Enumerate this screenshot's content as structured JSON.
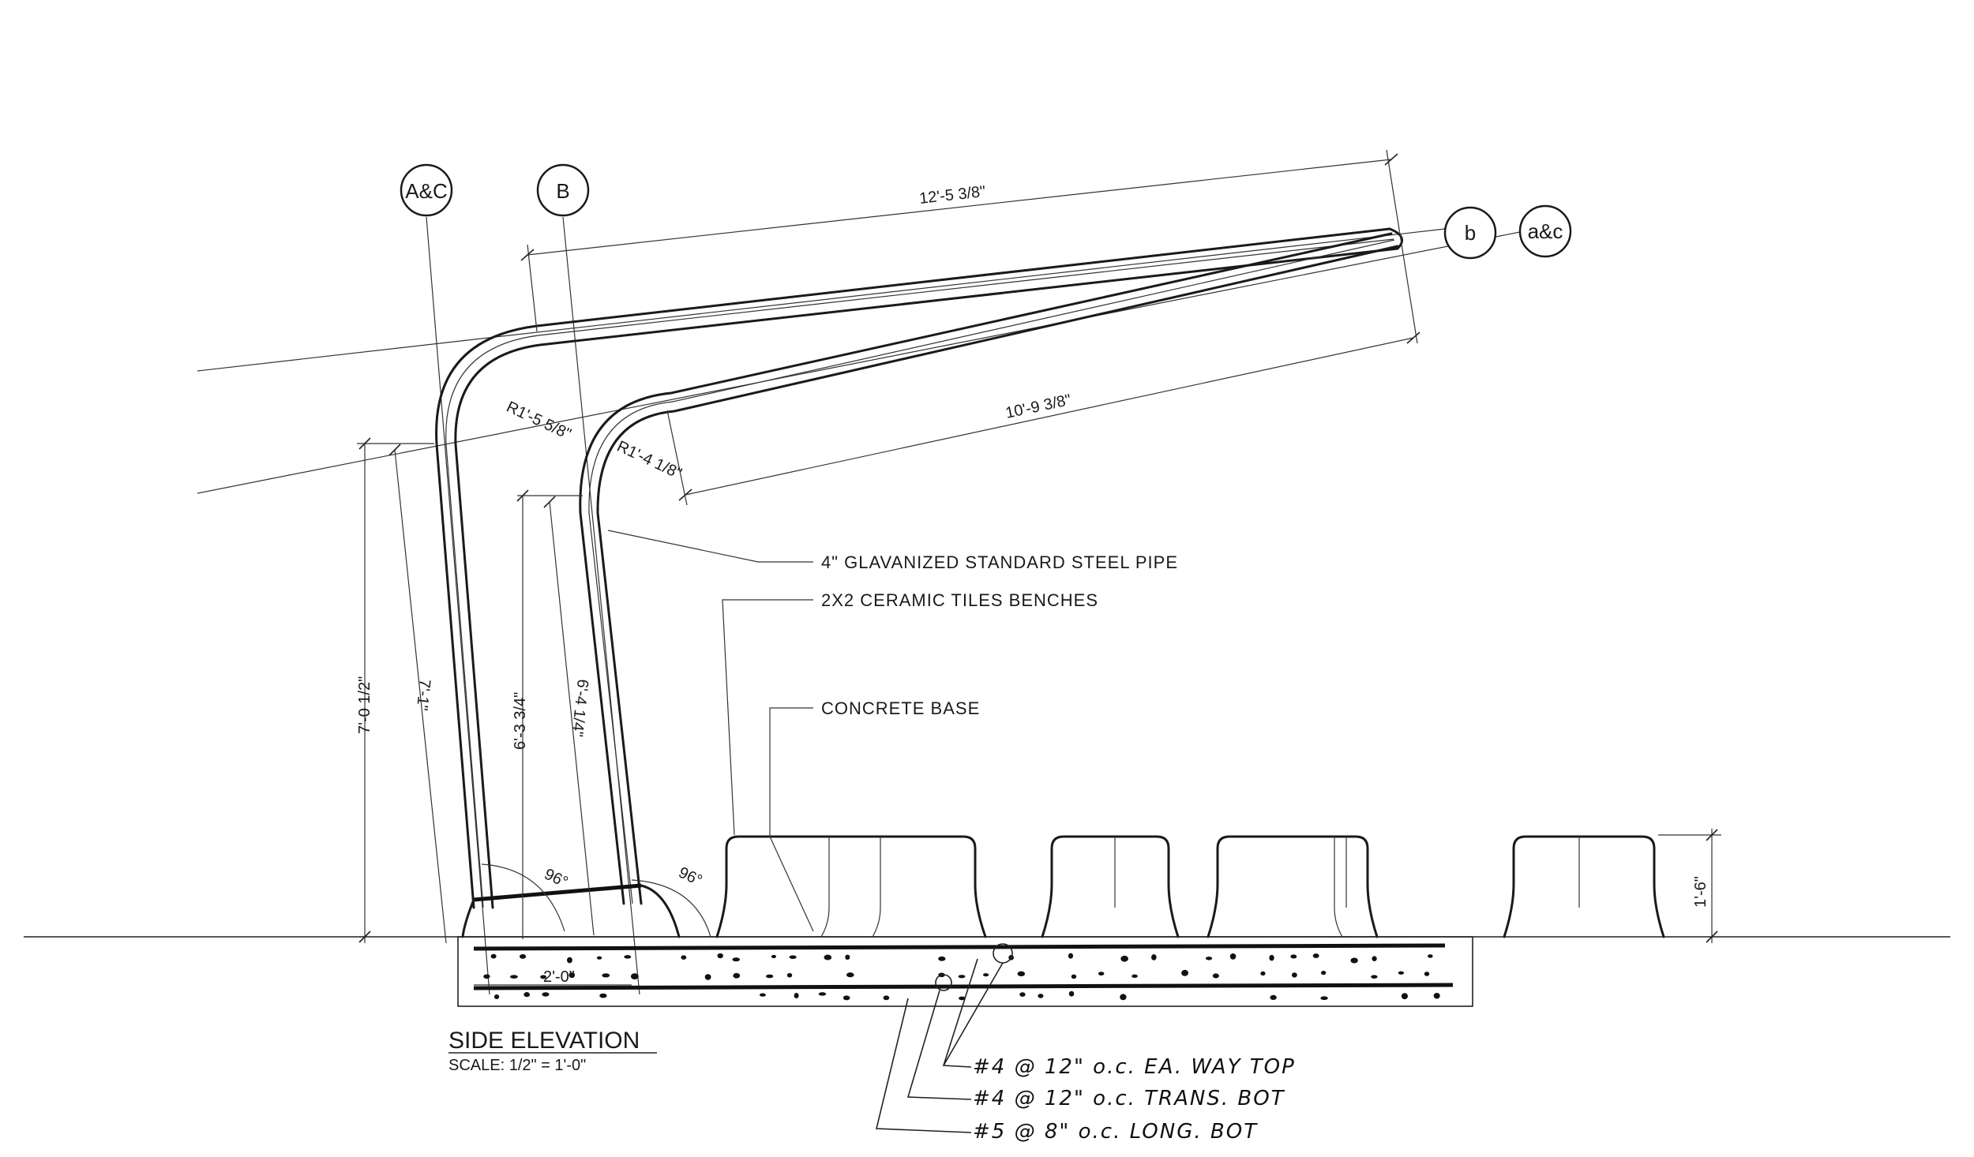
{
  "grid_bubbles": {
    "ac_upper": "A&C",
    "b_upper": "B",
    "b_lower": "b",
    "ac_lower": "a&c"
  },
  "dimensions": {
    "top_length": "12'-5 3/8\"",
    "bottom_length": "10'-9 3/8\"",
    "radius_outer": "R1'-5 5/8\"",
    "radius_inner": "R1'-4 1/8\"",
    "height_overall": "7'-0 1/2\"",
    "height_outer_leg": "7'-1\"",
    "height_inner_left": "6'-3 3/4\"",
    "height_inner_right": "6'-4 1/4\"",
    "angle_left": "96°",
    "angle_right": "96°",
    "footing_width": "2'-0\"",
    "bench_height": "1'-6\""
  },
  "callouts": {
    "pipe": "4\" GLAVANIZED STANDARD STEEL PIPE",
    "benches": "2X2 CERAMIC TILES BENCHES",
    "base": "CONCRETE BASE"
  },
  "rebar_notes": [
    "#4 @ 12\" o.c. EA. WAY TOP",
    "#4 @ 12\" o.c. TRANS. BOT",
    "#5 @ 8\" o.c. LONG. BOT"
  ],
  "title_block": {
    "title": "SIDE ELEVATION",
    "scale": "SCALE: 1/2\" = 1'-0\""
  }
}
